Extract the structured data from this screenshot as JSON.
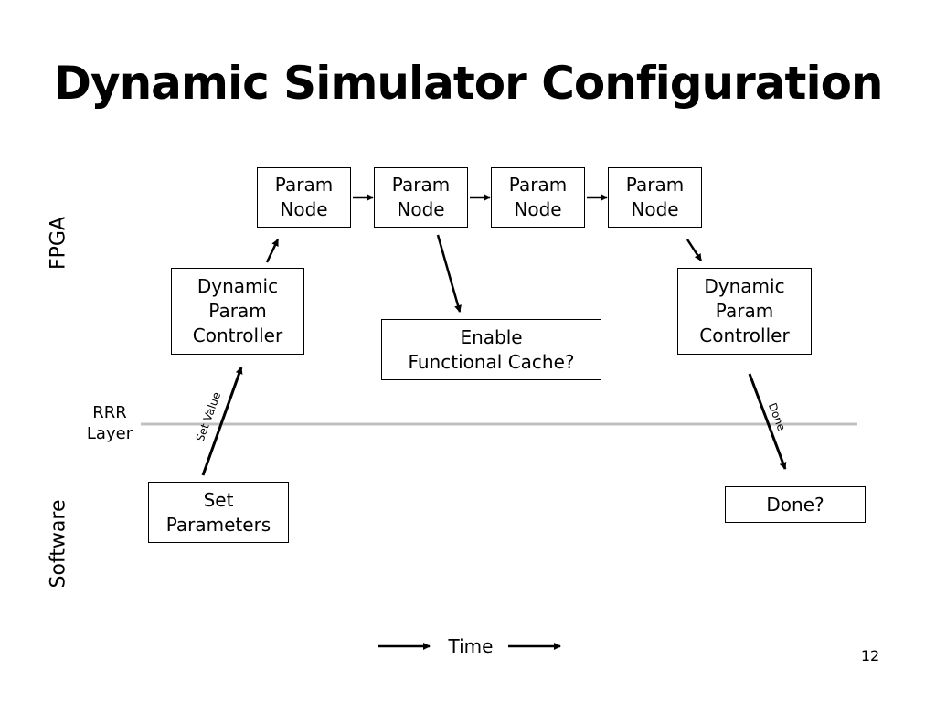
{
  "title": "Dynamic Simulator Configuration",
  "lanes": {
    "fpga": "FPGA",
    "software": "Software",
    "rrr_layer": "RRR\nLayer"
  },
  "param_nodes": [
    "Param\nNode",
    "Param\nNode",
    "Param\nNode",
    "Param\nNode"
  ],
  "controller_left": "Dynamic\nParam\nController",
  "controller_right": "Dynamic\nParam\nController",
  "cache": "Enable\nFunctional Cache?",
  "set_params": "Set\nParameters",
  "done_box": "Done?",
  "edge_set_value": "Set Value",
  "edge_done": "Done",
  "time": "Time",
  "page_number": "12"
}
